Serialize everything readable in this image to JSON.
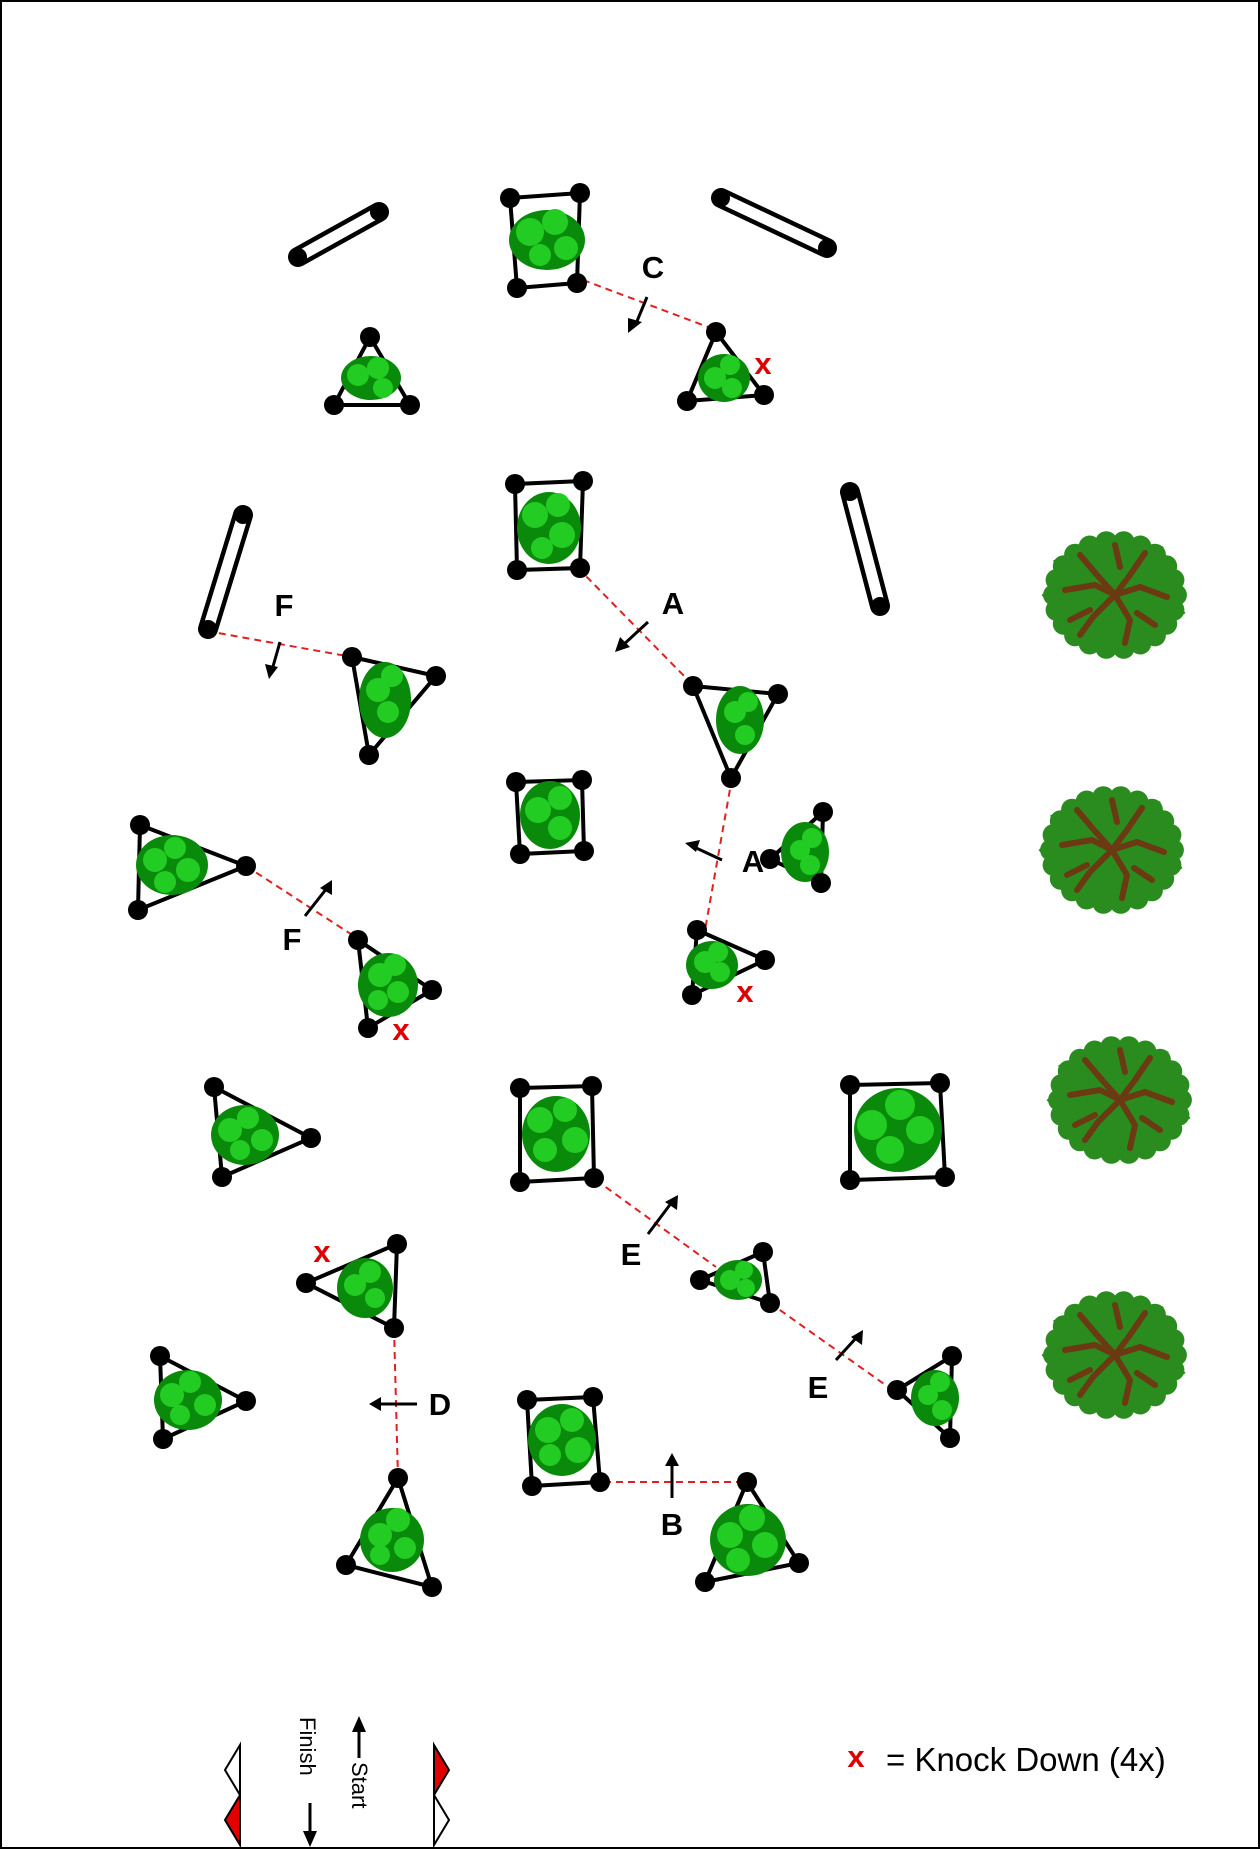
{
  "colors": {
    "line": "#000000",
    "route": "#e02020",
    "knockdown": "#e00000",
    "plant_light": "#22cc22",
    "plant_dark": "#0a8a0a",
    "tree_green": "#2a8c1e",
    "tree_branch": "#6b3a12",
    "flag_red": "#e00000"
  },
  "gates": [
    {
      "label": "C"
    },
    {
      "label": "A"
    },
    {
      "label": "A"
    },
    {
      "label": "F"
    },
    {
      "label": "F"
    },
    {
      "label": "E"
    },
    {
      "label": "E"
    },
    {
      "label": "D"
    },
    {
      "label": "B"
    }
  ],
  "knockdown_marks": [
    "x",
    "x",
    "x",
    "x"
  ],
  "legend": {
    "symbol": "x",
    "text": "= Knock Down (4x)"
  },
  "start_finish": {
    "start_label": "Start",
    "finish_label": "Finish"
  },
  "icons": {
    "pole": "pole-icon",
    "square_obstacle": "square-obstacle-icon",
    "triangle_obstacle": "triangle-obstacle-icon",
    "tree": "tree-icon",
    "flag": "flag-icon"
  }
}
